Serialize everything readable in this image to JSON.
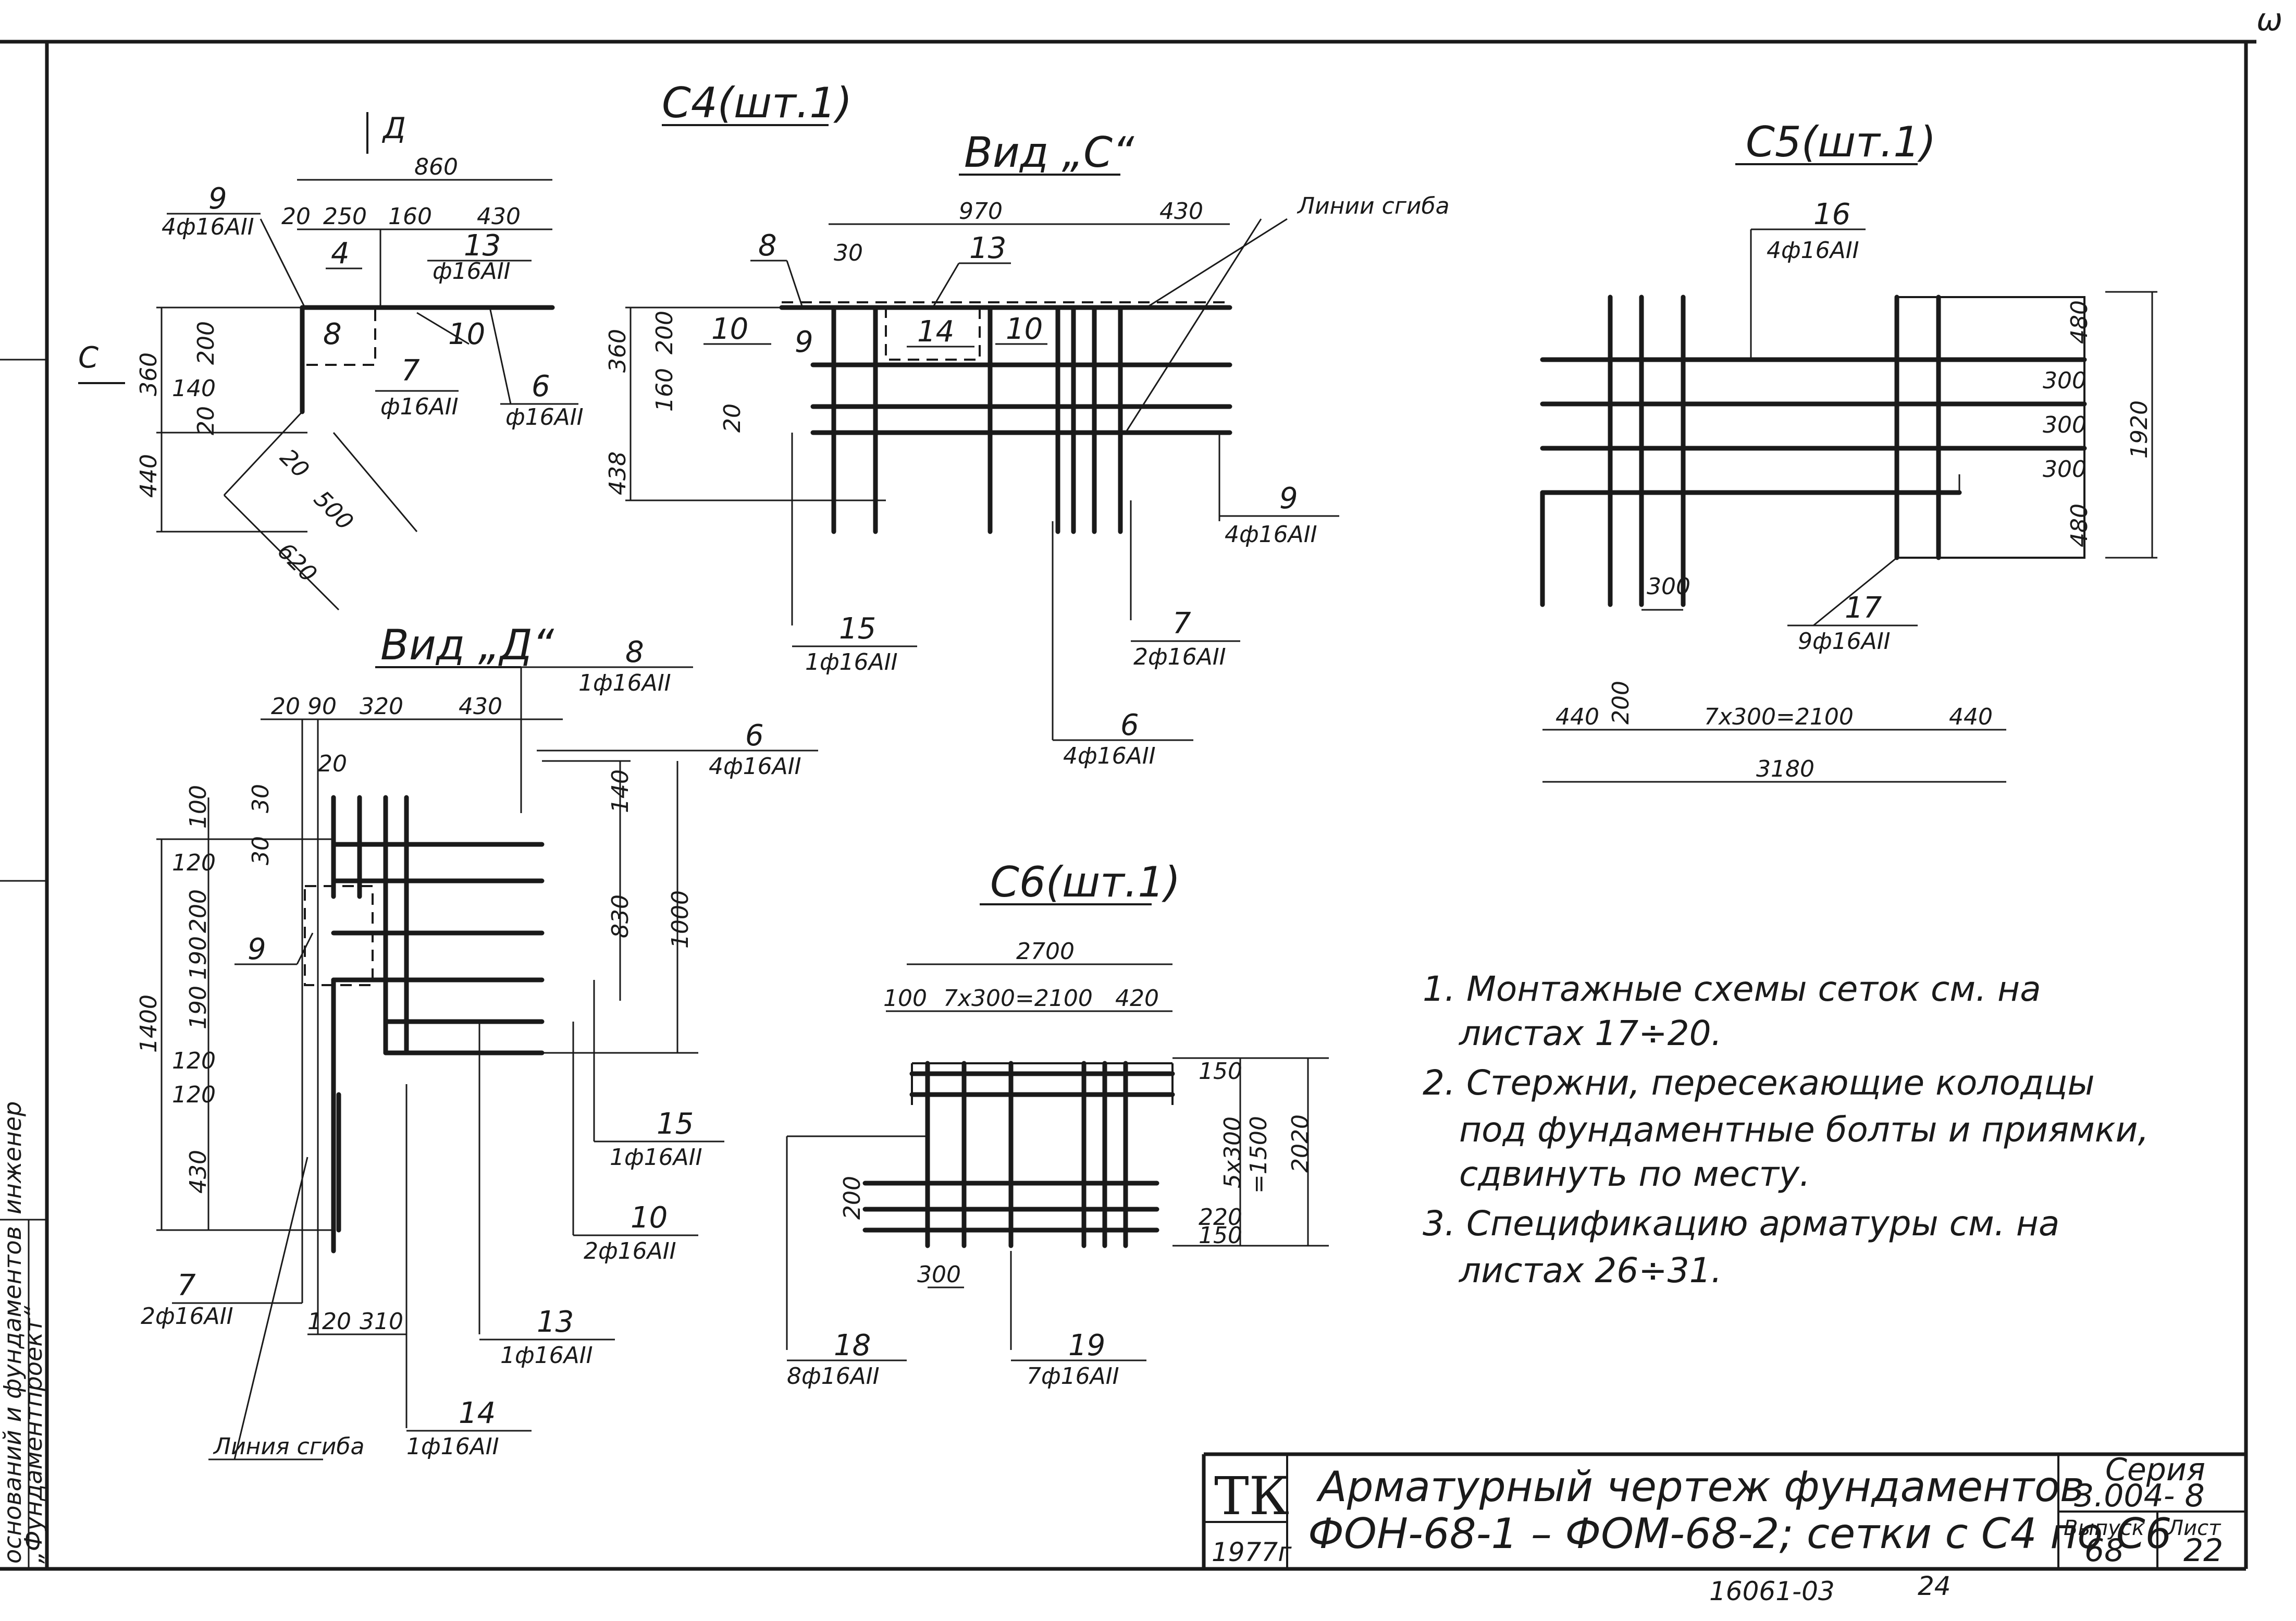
{
  "sheet": {
    "corner_mark": "ω",
    "side_labels": [
      "оснований и фундаментов",
      "„Фундаментпроект“",
      "инженер"
    ],
    "bottom_numbers": [
      "16061-03",
      "24"
    ]
  },
  "c4": {
    "title": "С4(шт.1)",
    "view_arrow_d": "Д",
    "view_arrow_c": "С",
    "dims": [
      "860",
      "250",
      "160",
      "430",
      "20",
      "360",
      "200",
      "140",
      "20",
      "440",
      "20",
      "500",
      "620"
    ],
    "callouts": [
      {
        "num": "9",
        "spec": "4ф16АII"
      },
      {
        "num": "13",
        "spec": "ф16АII"
      },
      {
        "num": "4",
        "spec": ""
      },
      {
        "num": "8",
        "spec": ""
      },
      {
        "num": "10",
        "spec": ""
      },
      {
        "num": "7",
        "spec": "ф16АII"
      },
      {
        "num": "6",
        "spec": "ф16АII"
      }
    ]
  },
  "view_c": {
    "title": "Вид „С“",
    "fold_line": "Линии сгиба",
    "dims": [
      "970",
      "430",
      "30",
      "360",
      "200",
      "160",
      "20",
      "438"
    ],
    "callouts": [
      {
        "num": "8",
        "spec": ""
      },
      {
        "num": "13",
        "spec": ""
      },
      {
        "num": "10",
        "spec": ""
      },
      {
        "num": "9",
        "spec": ""
      },
      {
        "num": "14",
        "spec": ""
      },
      {
        "num": "10",
        "spec": ""
      },
      {
        "num": "9",
        "spec": "4ф16АII"
      },
      {
        "num": "15",
        "spec": "1ф16АII"
      },
      {
        "num": "7",
        "spec": "2ф16АII"
      },
      {
        "num": "6",
        "spec": "4ф16АII"
      }
    ]
  },
  "c5": {
    "title": "С5(шт.1)",
    "dims": [
      "480",
      "300",
      "300",
      "300",
      "480",
      "1920",
      "300",
      "440",
      "200",
      "7x300=2100",
      "440",
      "3180"
    ],
    "callouts": [
      {
        "num": "16",
        "spec": "4ф16АII"
      },
      {
        "num": "17",
        "spec": "9ф16АII"
      }
    ]
  },
  "view_d": {
    "title": "Вид „Д“",
    "fold_line": "Линия сгиба",
    "dims_top": [
      "20",
      "90",
      "320",
      "430"
    ],
    "dims_left": [
      "100",
      "120",
      "200",
      "190",
      "190",
      "120",
      "120",
      "430",
      "1400"
    ],
    "dims_right": [
      "140",
      "830",
      "1000"
    ],
    "dims_small": [
      "30",
      "30",
      "20"
    ],
    "dims_bottom": [
      "120",
      "310"
    ],
    "callouts": [
      {
        "num": "8",
        "spec": "1ф16АII"
      },
      {
        "num": "6",
        "spec": "4ф16АII"
      },
      {
        "num": "9",
        "spec": ""
      },
      {
        "num": "15",
        "spec": "1ф16АII"
      },
      {
        "num": "10",
        "spec": "2ф16АII"
      },
      {
        "num": "7",
        "spec": "2ф16АII"
      },
      {
        "num": "13",
        "spec": "1ф16АII"
      },
      {
        "num": "14",
        "spec": "1ф16АII"
      }
    ]
  },
  "c6": {
    "title": "С6(шт.1)",
    "dims": [
      "2700",
      "100",
      "7x300=2100",
      "420",
      "150",
      "5x300",
      "=1500",
      "2020",
      "200",
      "220",
      "150",
      "300"
    ],
    "callouts": [
      {
        "num": "18",
        "spec": "8ф16АII"
      },
      {
        "num": "19",
        "spec": "7ф16АII"
      }
    ]
  },
  "notes": [
    "1. Монтажные схемы сеток см. на",
    "листах 17÷20.",
    "2. Стержни, пересекающие колодцы",
    "под фундаментные болты и приямки,",
    "сдвинуть по месту.",
    "3. Спецификацию арматуры см. на",
    "листах 26÷31."
  ],
  "titleblock": {
    "logo": "ТК",
    "year": "1977г",
    "title_line1": "Арматурный чертеж фундаментов",
    "title_line2": "ФОН-68-1 – ФОМ-68-2; сетки с С4 по С6",
    "series_label": "Серия",
    "series_value": "3.004- 8",
    "issue_label": "Выпуск",
    "issue_value": "68",
    "sheet_label": "Лист",
    "sheet_value": "22"
  }
}
